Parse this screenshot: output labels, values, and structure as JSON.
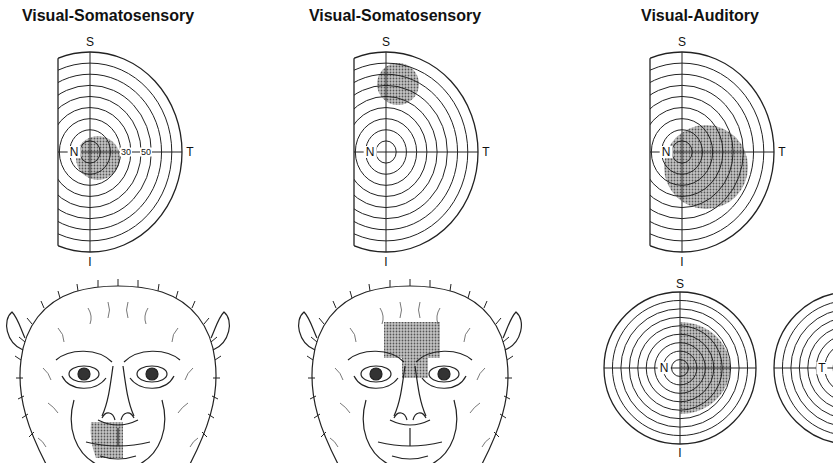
{
  "diagram": {
    "labels": [
      "Visual-Somatosensory",
      "Visual-Somatosensory",
      "Visual-Auditory",
      "S",
      "N",
      "30",
      "50",
      "T",
      "I",
      "S",
      "N",
      "T",
      "I",
      "S",
      "N",
      "T",
      "I",
      "S",
      "N",
      "I",
      "T"
    ]
  }
}
